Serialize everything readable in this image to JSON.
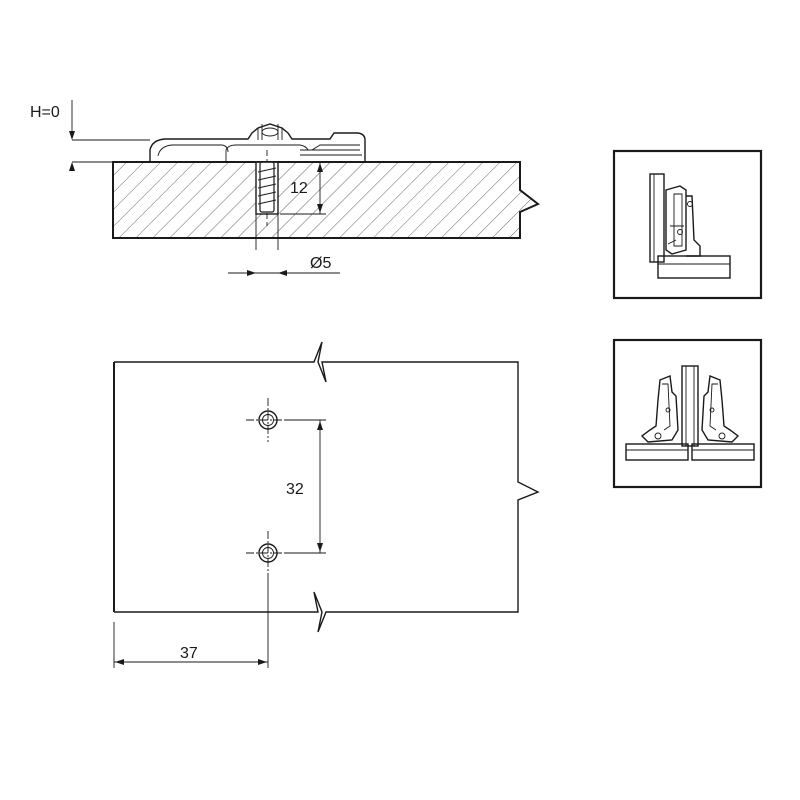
{
  "side_view": {
    "height_label": "H=0",
    "depth_label": "12",
    "diameter_label": "Ø5"
  },
  "top_view": {
    "spacing_label": "32",
    "edge_distance_label": "37"
  },
  "thumbnails": [
    {
      "name": "hinge-closed-side-view"
    },
    {
      "name": "hinge-pair-front-view"
    }
  ]
}
